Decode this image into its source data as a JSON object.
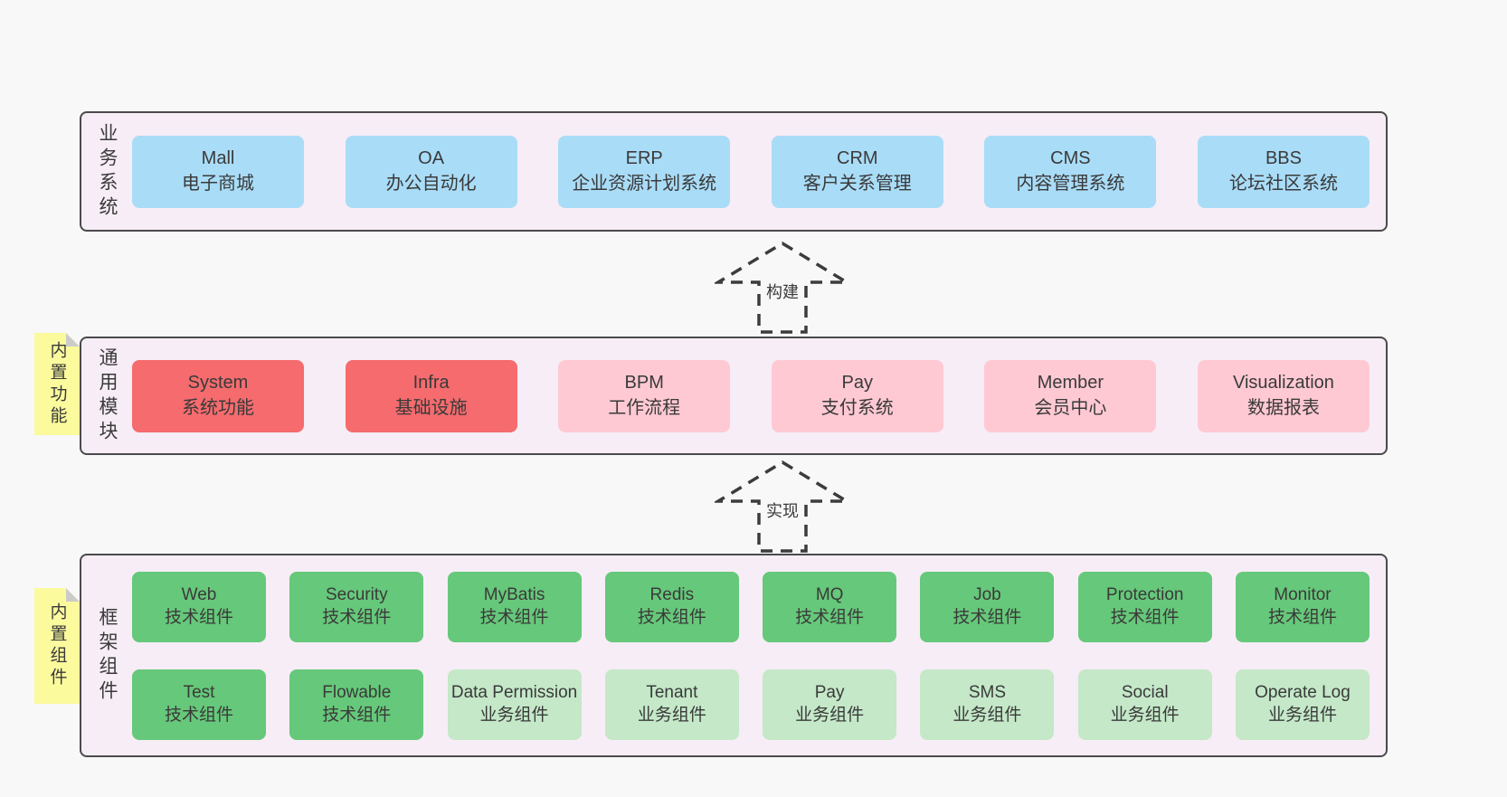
{
  "layers": {
    "business": {
      "label": "业务系统",
      "boxes": [
        {
          "name": "Mall",
          "desc": "电子商城"
        },
        {
          "name": "OA",
          "desc": "办公自动化"
        },
        {
          "name": "ERP",
          "desc": "企业资源计划系统"
        },
        {
          "name": "CRM",
          "desc": "客户关系管理"
        },
        {
          "name": "CMS",
          "desc": "内容管理系统"
        },
        {
          "name": "BBS",
          "desc": "论坛社区系统"
        }
      ]
    },
    "modules": {
      "label": "通用模块",
      "note": "内置功能",
      "boxes": [
        {
          "name": "System",
          "desc": "系统功能"
        },
        {
          "name": "Infra",
          "desc": "基础设施"
        },
        {
          "name": "BPM",
          "desc": "工作流程"
        },
        {
          "name": "Pay",
          "desc": "支付系统"
        },
        {
          "name": "Member",
          "desc": "会员中心"
        },
        {
          "name": "Visualization",
          "desc": "数据报表"
        }
      ]
    },
    "components": {
      "label": "框架组件",
      "note": "内置组件",
      "row1": [
        {
          "name": "Web",
          "desc": "技术组件"
        },
        {
          "name": "Security",
          "desc": "技术组件"
        },
        {
          "name": "MyBatis",
          "desc": "技术组件"
        },
        {
          "name": "Redis",
          "desc": "技术组件"
        },
        {
          "name": "MQ",
          "desc": "技术组件"
        },
        {
          "name": "Job",
          "desc": "技术组件"
        },
        {
          "name": "Protection",
          "desc": "技术组件"
        },
        {
          "name": "Monitor",
          "desc": "技术组件"
        }
      ],
      "row2": [
        {
          "name": "Test",
          "desc": "技术组件"
        },
        {
          "name": "Flowable",
          "desc": "技术组件"
        },
        {
          "name": "Data Permission",
          "desc": "业务组件"
        },
        {
          "name": "Tenant",
          "desc": "业务组件"
        },
        {
          "name": "Pay",
          "desc": "业务组件"
        },
        {
          "name": "SMS",
          "desc": "业务组件"
        },
        {
          "name": "Social",
          "desc": "业务组件"
        },
        {
          "name": "Operate Log",
          "desc": "业务组件"
        }
      ]
    }
  },
  "arrows": {
    "build": {
      "label": "构建"
    },
    "implement": {
      "label": "实现"
    }
  },
  "colors": {
    "page_bg": "#f8f8f8",
    "panel_bg": "#f7edf6",
    "panel_border": "#4a4a4a",
    "blue": "#a9dcf7",
    "red": "#f56b6e",
    "pink": "#ffc9d3",
    "green": "#66c87a",
    "light_green": "#c4e8c8",
    "note_yellow": "#fbfa9d",
    "note_fold": "#cbcbcb",
    "text": "#3a3a3a"
  }
}
